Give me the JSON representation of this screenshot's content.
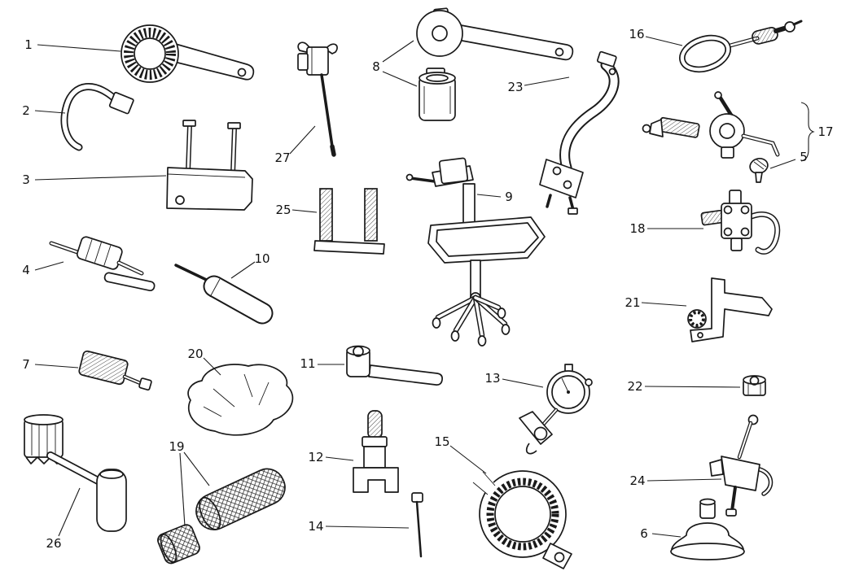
{
  "figure": {
    "background_color": "#ffffff",
    "line_color": "#1a1a1a"
  },
  "callouts": [
    {
      "label": "1"
    },
    {
      "label": "2"
    },
    {
      "label": "3"
    },
    {
      "label": "4"
    },
    {
      "label": "5"
    },
    {
      "label": "6"
    },
    {
      "label": "7"
    },
    {
      "label": "8"
    },
    {
      "label": "9"
    },
    {
      "label": "10"
    },
    {
      "label": "11"
    },
    {
      "label": "12"
    },
    {
      "label": "13"
    },
    {
      "label": "14"
    },
    {
      "label": "15"
    },
    {
      "label": "16"
    },
    {
      "label": "17"
    },
    {
      "label": "18"
    },
    {
      "label": "19"
    },
    {
      "label": "20"
    },
    {
      "label": "21"
    },
    {
      "label": "22"
    },
    {
      "label": "23"
    },
    {
      "label": "24"
    },
    {
      "label": "25"
    },
    {
      "label": "26"
    },
    {
      "label": "27"
    }
  ]
}
